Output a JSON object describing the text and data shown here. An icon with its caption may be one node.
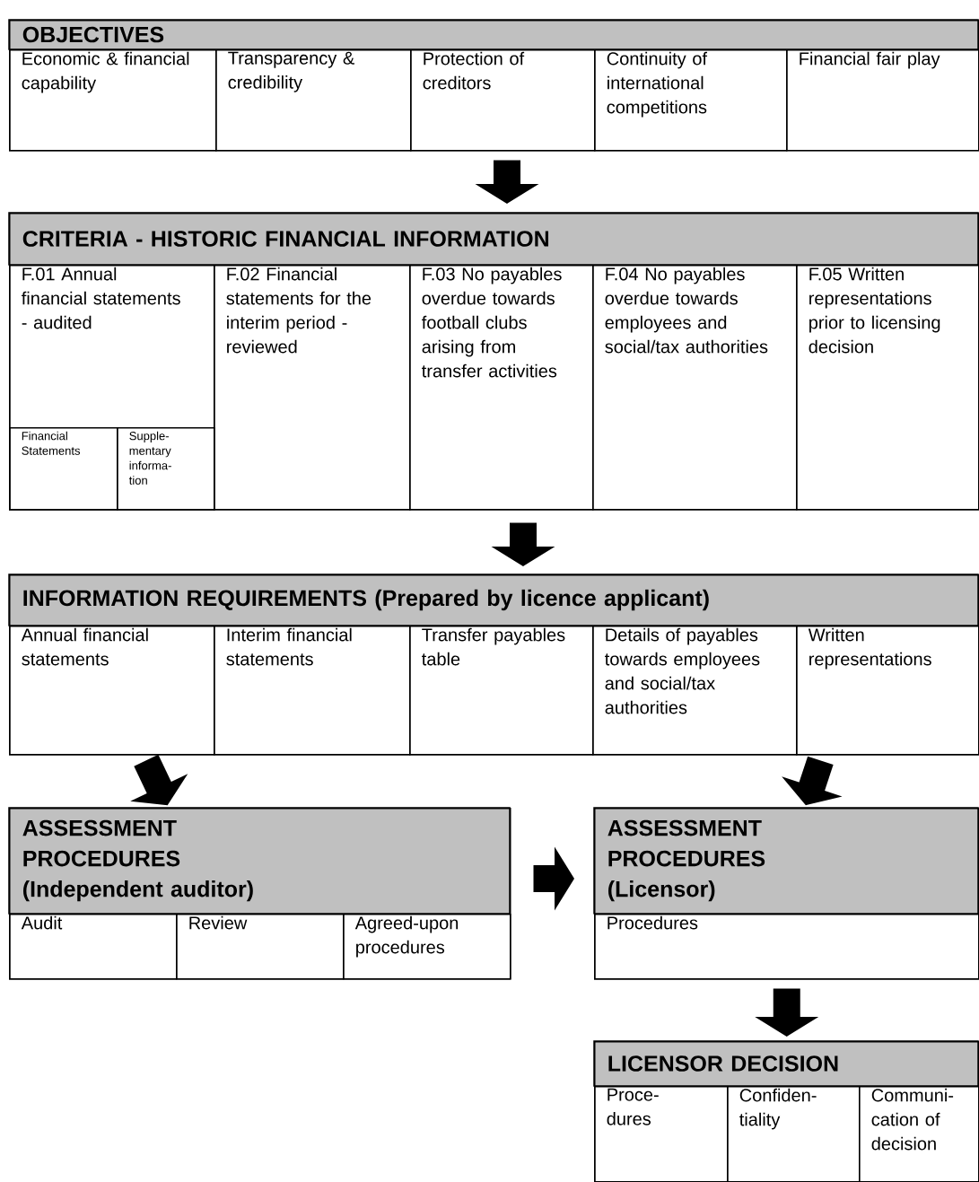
{
  "diagram": {
    "nodes": [
      {
        "text": [
          "OBJECTIVES"
        ]
      },
      {
        "text": [
          "Economic & financial capability"
        ],
        "in": 0
      },
      {
        "text": [
          "Transparency & credibility"
        ],
        "in": 0
      },
      {
        "text": [
          "Protection of creditors"
        ],
        "in": 0
      },
      {
        "text": [
          "Continuity of international competitions"
        ],
        "in": 0
      },
      {
        "text": [
          "Financial fair play"
        ],
        "in": 0
      },
      {
        "text": [
          "CRITERIA - HISTORIC FINANCIAL INFORMATION"
        ]
      },
      {
        "text": [
          "F.01 Annual financial statements - audited"
        ],
        "in": 6
      },
      {
        "text": [
          "Financial Statements"
        ],
        "in": 7
      },
      {
        "text": [
          "Supple- mentary informa- tion"
        ],
        "in": 7
      },
      {
        "text": [
          "F.02 Financial statements for the interim period - reviewed"
        ],
        "in": 6
      },
      {
        "text": [
          "F.03 No payables overdue towards football clubs arising from transfer activities"
        ],
        "in": 6
      },
      {
        "text": [
          "F.04 No payables overdue towards employees and social/tax authorities"
        ],
        "in": 6
      },
      {
        "text": [
          "F.05 Written representations prior to licensing decision"
        ],
        "in": 6
      },
      {
        "text": [
          "INFORMATION REQUIREMENTS (Prepared by licence applicant)"
        ]
      },
      {
        "text": [
          "Annual financial statements"
        ],
        "in": 14
      },
      {
        "text": [
          "Interim financial statements"
        ],
        "in": 14
      },
      {
        "text": [
          "Transfer payables table"
        ],
        "in": 14
      },
      {
        "text": [
          "Details of payables towards employees and social/tax authorities"
        ],
        "in": 14
      },
      {
        "text": [
          "Written representations"
        ],
        "in": 14
      },
      {
        "text": [
          "ASSESSMENT PROCEDURES (Independent auditor)"
        ]
      },
      {
        "text": [
          "Audit"
        ],
        "in": 20
      },
      {
        "text": [
          "Review"
        ],
        "in": 20
      },
      {
        "text": [
          "Agreed-upon procedures"
        ],
        "in": 20
      },
      {
        "text": [
          "ASSESSMENT PROCEDURES (Licensor)"
        ]
      },
      {
        "text": [
          "Procedures"
        ],
        "in": 24
      },
      {
        "text": [
          "LICENSOR DECISION"
        ]
      },
      {
        "text": [
          "Proce- dures"
        ],
        "in": 26
      },
      {
        "text": [
          "Confiden- tiality"
        ],
        "in": 26
      },
      {
        "text": [
          "Communi- cation of decision"
        ],
        "in": 26
      }
    ],
    "edges": [
      {
        "from": 0,
        "to": 6,
        "arrow": "to"
      },
      {
        "from": 6,
        "to": 14,
        "arrow": "to"
      },
      {
        "from": 14,
        "to": 20,
        "arrow": "to"
      },
      {
        "from": 14,
        "to": 24,
        "arrow": "to"
      },
      {
        "from": 20,
        "to": 24,
        "arrow": "to"
      },
      {
        "from": 24,
        "to": 26,
        "arrow": "to"
      }
    ]
  }
}
